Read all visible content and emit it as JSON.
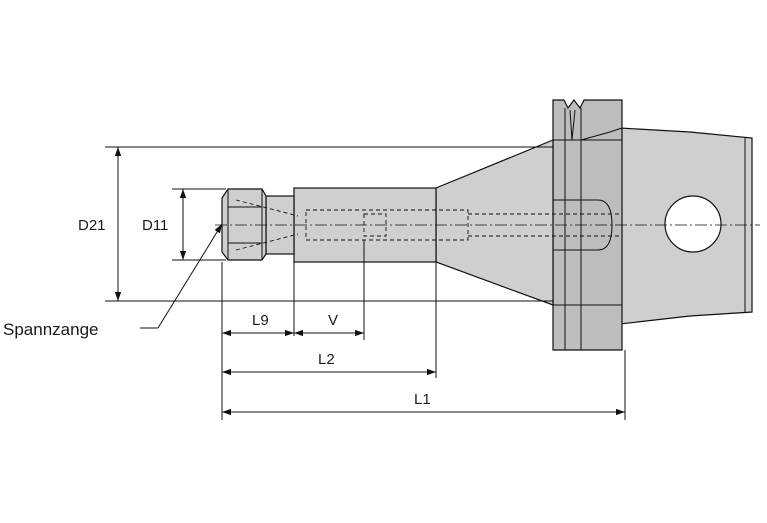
{
  "labels": {
    "d21": "D21",
    "d11": "D11",
    "spannzange": "Spannzange",
    "l9": "L9",
    "v": "V",
    "l2": "L2",
    "l1": "L1"
  },
  "colors": {
    "body_fill": "#cfcfcf",
    "line": "#111111"
  }
}
